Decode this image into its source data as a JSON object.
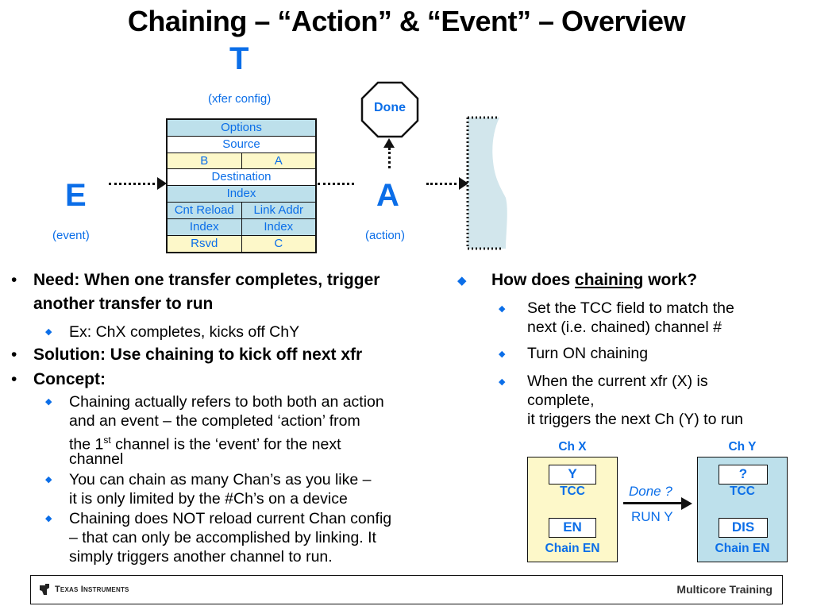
{
  "title": "Chaining – “Action” & “Event” – Overview",
  "diagram": {
    "t_letter": "T",
    "t_label": "(xfer config)",
    "e_letter": "E",
    "e_label": "(event)",
    "a_letter": "A",
    "a_label": "(action)",
    "done_label": "Done",
    "config_rows": [
      {
        "cells": [
          "Options"
        ],
        "fill": "blue"
      },
      {
        "cells": [
          "Source"
        ],
        "fill": "white"
      },
      {
        "cells": [
          "B",
          "A"
        ],
        "fill": "yellow"
      },
      {
        "cells": [
          "Destination"
        ],
        "fill": "white"
      },
      {
        "cells": [
          "Index"
        ],
        "fill": "blue"
      },
      {
        "cells": [
          "Cnt Reload",
          "Link Addr"
        ],
        "fill": "blue"
      },
      {
        "cells": [
          "Index",
          "Index"
        ],
        "fill": "blue"
      },
      {
        "cells": [
          "Rsvd",
          "C"
        ],
        "fill": "yellow"
      }
    ]
  },
  "left": {
    "need_1": "Need:  When one transfer completes, trigger",
    "need_2": "another transfer to run",
    "need_sub": "Ex:  ChX completes, kicks off ChY",
    "solution": "Solution:  Use chaining to kick off next xfr",
    "concept": "Concept:",
    "c1_l1": "Chaining actually refers to both both an action",
    "c1_l2": "and an event – the completed ‘action’ from",
    "c1_l3a": "the 1",
    "c1_l3sup": "st",
    "c1_l3b": " channel is the ‘event’ for the next",
    "c1_l4": "channel",
    "c2_l1": "You can chain as many Chan’s as you like –",
    "c2_l2": "it is only limited by the #Ch’s on a device",
    "c3_l1": "Chaining does NOT reload current Chan config",
    "c3_l2": "– that can only be accomplished by linking. It",
    "c3_l3": "simply triggers another channel to run."
  },
  "right": {
    "head_a": "How does ",
    "head_u": "chaining",
    "head_b": " work?",
    "b1_l1": "Set the TCC field to match the",
    "b1_l2": "next (i.e. chained) channel #",
    "b2": "Turn ON chaining",
    "b3_l1": "When the current xfr (X) is",
    "b3_l2": "complete,",
    "b3_l3": "it triggers the next Ch (Y) to run"
  },
  "channels": {
    "chx_title": "Ch X",
    "chx_tcc_value": "Y",
    "chx_tcc_label": "TCC",
    "chx_en_value": "EN",
    "chx_en_label": "Chain EN",
    "chy_title": "Ch Y",
    "chy_tcc_value": "?",
    "chy_tcc_label": "TCC",
    "chy_en_value": "DIS",
    "chy_en_label": "Chain EN",
    "arrow_top": "Done ?",
    "arrow_bottom": "RUN Y",
    "colors": {
      "chx_fill": "#fdf8c9",
      "chy_fill": "#bde0eb"
    }
  },
  "footer": {
    "left_logo": "Texas Instruments",
    "right_text": "Multicore Training"
  }
}
